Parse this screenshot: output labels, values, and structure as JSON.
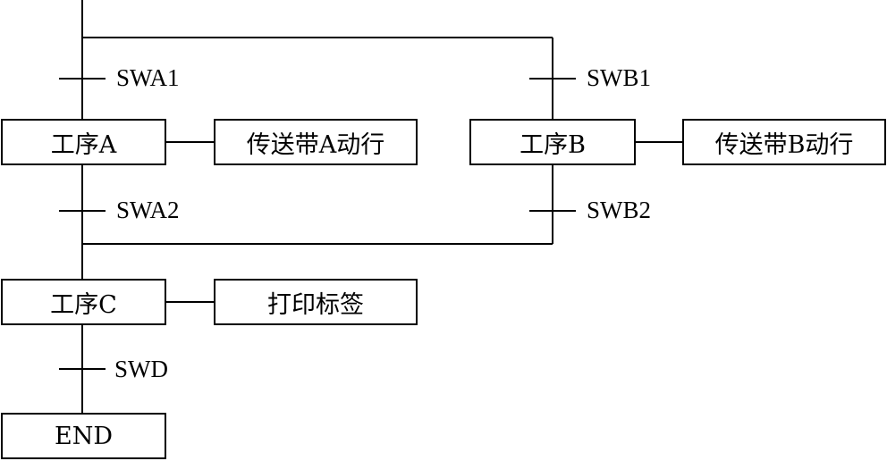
{
  "steps": {
    "a": "工序A",
    "b": "工序B",
    "c": "工序C",
    "end": "END"
  },
  "actions": {
    "a": "传送带A动行",
    "b": "传送带B动行",
    "c": "打印标签"
  },
  "transitions": {
    "swa1": "SWA1",
    "swa2": "SWA2",
    "swb1": "SWB1",
    "swb2": "SWB2",
    "swd": "SWD"
  }
}
